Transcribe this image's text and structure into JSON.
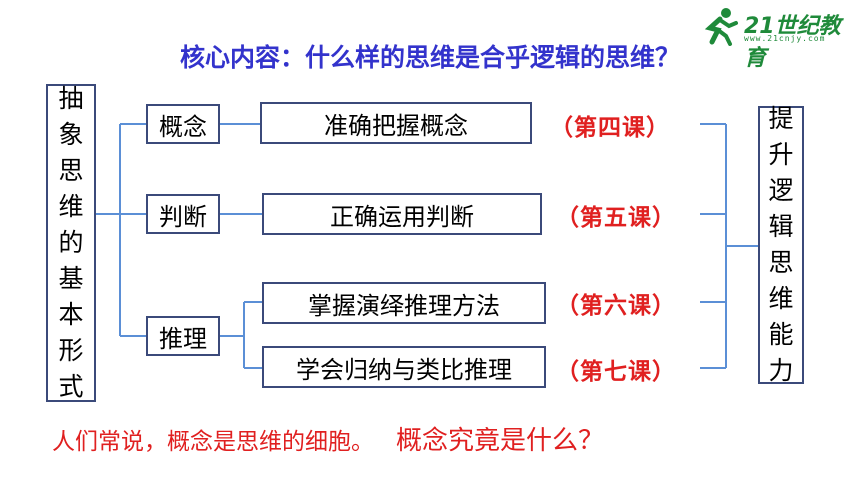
{
  "title": "核心内容：什么样的思维是合乎逻辑的思维？",
  "left_label": [
    "抽",
    "象",
    "思",
    "维",
    "的",
    "基",
    "本",
    "形",
    "式"
  ],
  "right_label": [
    "提",
    "升",
    "逻",
    "辑",
    "思",
    "维",
    "能",
    "力"
  ],
  "forms": {
    "concept": "概念",
    "judgment": "判断",
    "reasoning": "推理"
  },
  "contents": {
    "c1": "准确把握概念",
    "c2": "正确运用判断",
    "c3": "掌握演绎推理方法",
    "c4": "学会归纳与类比推理"
  },
  "lessons": {
    "l1": "（第四课）",
    "l2": "（第五课）",
    "l3": "（第六课）",
    "l4": "（第七课）"
  },
  "bottom": {
    "statement": "人们常说，概念是思维的细胞。",
    "question": "概念究竟是什么？"
  },
  "logo": {
    "brand": "21世纪教育",
    "url": "www.21cnjy.com"
  },
  "colors": {
    "title": "#3333cc",
    "lesson": "#e02020",
    "line": "#5b8fd6",
    "border": "#3b4a7a",
    "logo": "#1f8a3a"
  }
}
